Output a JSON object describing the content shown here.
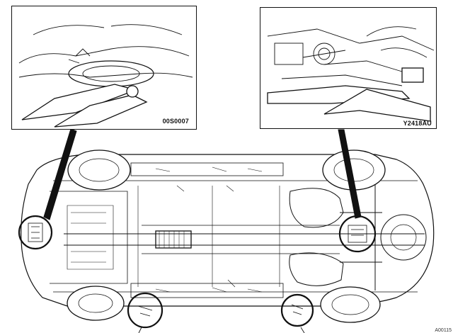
{
  "insets": {
    "left": {
      "code": "00S0007"
    },
    "right": {
      "code": "Y2418AU"
    }
  },
  "corner_ref": "A00115",
  "colors": {
    "line": "#111111",
    "background": "#ffffff"
  }
}
